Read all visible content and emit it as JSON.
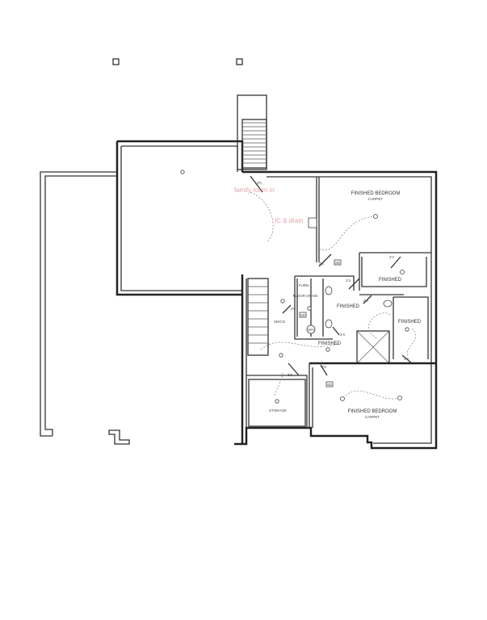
{
  "plan": {
    "rooms": {
      "bedroom_top": "FINISHED BEDROOM",
      "bedroom_top_floor": "CARPET",
      "closet_top": "FINISHED",
      "bath": "FINISHED",
      "closet_right": "FINISHED",
      "hall": "FINISHED",
      "bedroom_bottom": "FINISHED BEDROOM",
      "bedroom_bottom_floor": "CARPET",
      "storage": "STORAGE",
      "furnace": "FURN",
      "floor_drain": "FLOOR DRAIN",
      "water_heater": "WH",
      "sump": "SD/CO"
    },
    "doors": {
      "d1": "3'0",
      "d2": "2'6",
      "d3": "2'4",
      "d4": "2'4",
      "d5": "2'8",
      "d6": "2'4",
      "d7": "2'4",
      "d8": "2'4",
      "d9": "3'0",
      "d10": "2'6"
    },
    "tags": {
      "sd1": "SD",
      "sd2": "SD",
      "sd3": "SD"
    },
    "annotations": {
      "note1": "family room in",
      "note2": "IC & drain"
    }
  }
}
